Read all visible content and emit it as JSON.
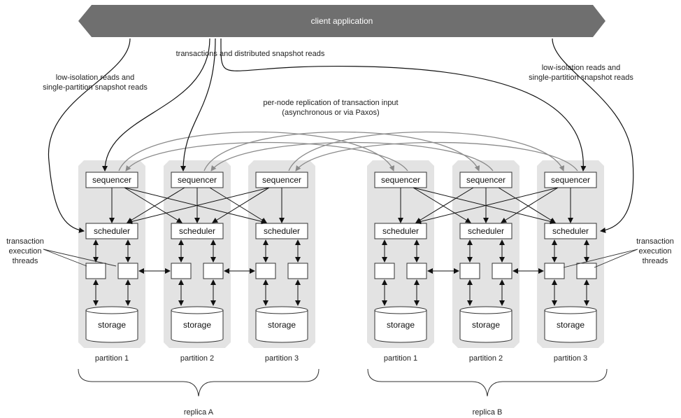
{
  "client_bar": {
    "label": "client application"
  },
  "annotations": {
    "distributed_reads": "transactions and distributed snapshot reads",
    "left_reads_line1": "low-isolation reads and",
    "left_reads_line2": "single-partition snapshot reads",
    "right_reads_line1": "low-isolation reads and",
    "right_reads_line2": "single-partition snapshot reads",
    "replication_line1": "per-node replication of transaction input",
    "replication_line2": "(asynchronous or via Paxos)",
    "threads_left": [
      "transaction",
      "execution",
      "threads"
    ],
    "threads_right": [
      "transaction",
      "execution",
      "threads"
    ]
  },
  "replicas": [
    {
      "label": "replica A",
      "partitions": [
        {
          "label": "partition 1",
          "sequencer": "sequencer",
          "scheduler": "scheduler",
          "storage": "storage"
        },
        {
          "label": "partition 2",
          "sequencer": "sequencer",
          "scheduler": "scheduler",
          "storage": "storage"
        },
        {
          "label": "partition 3",
          "sequencer": "sequencer",
          "scheduler": "scheduler",
          "storage": "storage"
        }
      ]
    },
    {
      "label": "replica B",
      "partitions": [
        {
          "label": "partition 1",
          "sequencer": "sequencer",
          "scheduler": "scheduler",
          "storage": "storage"
        },
        {
          "label": "partition 2",
          "sequencer": "sequencer",
          "scheduler": "scheduler",
          "storage": "storage"
        },
        {
          "label": "partition 3",
          "sequencer": "sequencer",
          "scheduler": "scheduler",
          "storage": "storage"
        }
      ]
    }
  ],
  "colors": {
    "client_bar": "#6f6f6f",
    "partition_bg": "#e3e3e3",
    "black_arrow": "#111111",
    "gray_arrow": "#8a8a8a"
  }
}
